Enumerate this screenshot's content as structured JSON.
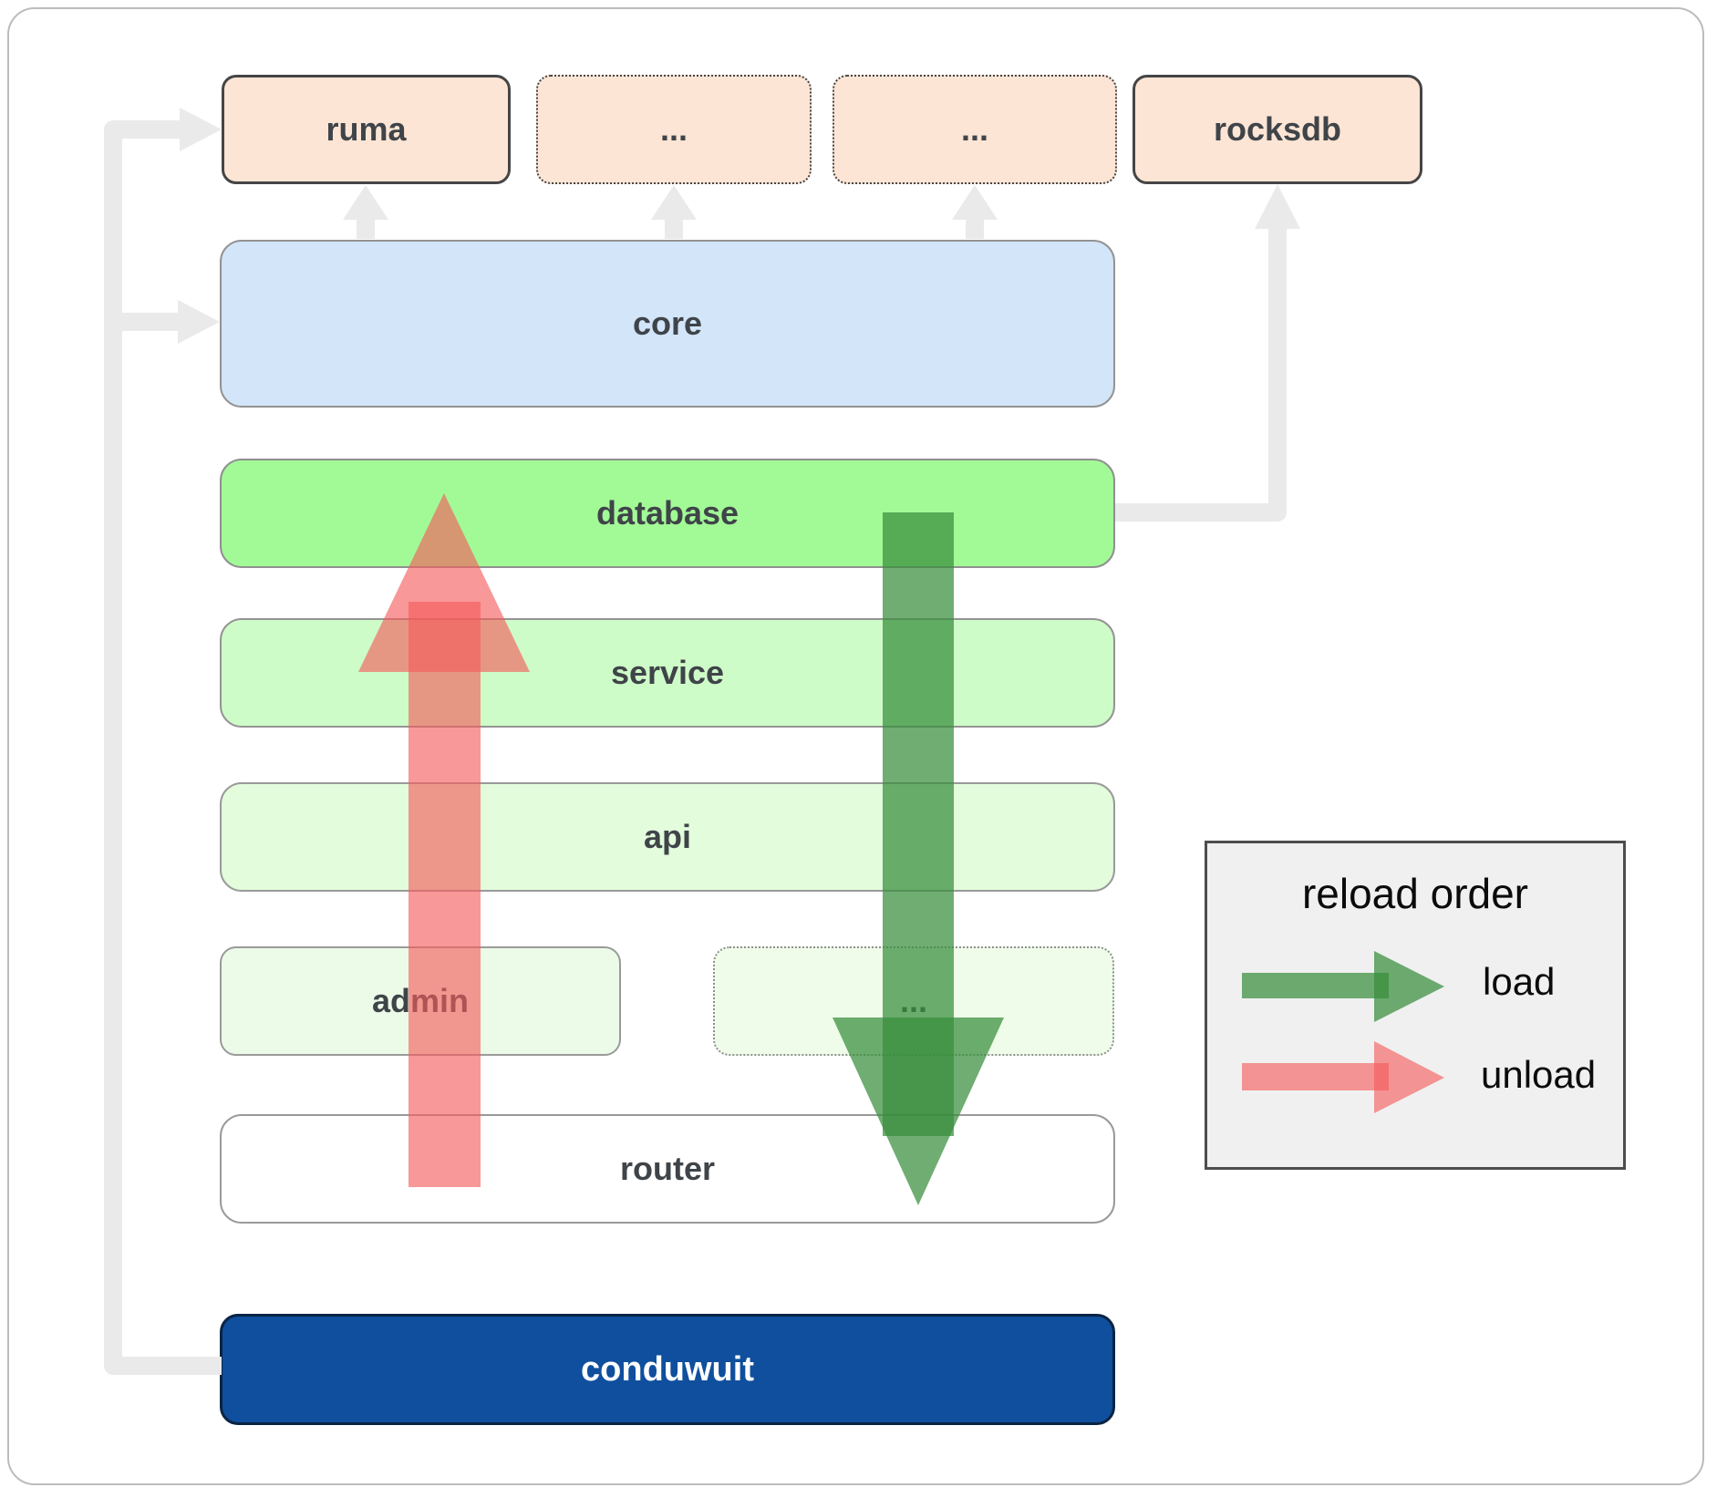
{
  "diagram": {
    "nodes": {
      "ruma": "ruma",
      "ellipsis_top_1": "...",
      "ellipsis_top_2": "...",
      "rocksdb": "rocksdb",
      "core": "core",
      "database": "database",
      "service": "service",
      "api": "api",
      "admin": "admin",
      "ellipsis_admin": "...",
      "router": "router",
      "conduwuit": "conduwuit"
    }
  },
  "legend": {
    "title": "reload order",
    "items": [
      {
        "label": "load",
        "color": "#388e3c"
      },
      {
        "label": "unload",
        "color": "#f45c5c"
      }
    ]
  },
  "colors": {
    "load_arrow": "#388e3c",
    "unload_arrow": "#f45c5c",
    "connector": "#eaeaea",
    "conduwuit_fill": "#0f4f9d",
    "database_fill": "#a2fa96",
    "core_fill": "#d3e5f8",
    "module_fill": "#fce5d5"
  }
}
